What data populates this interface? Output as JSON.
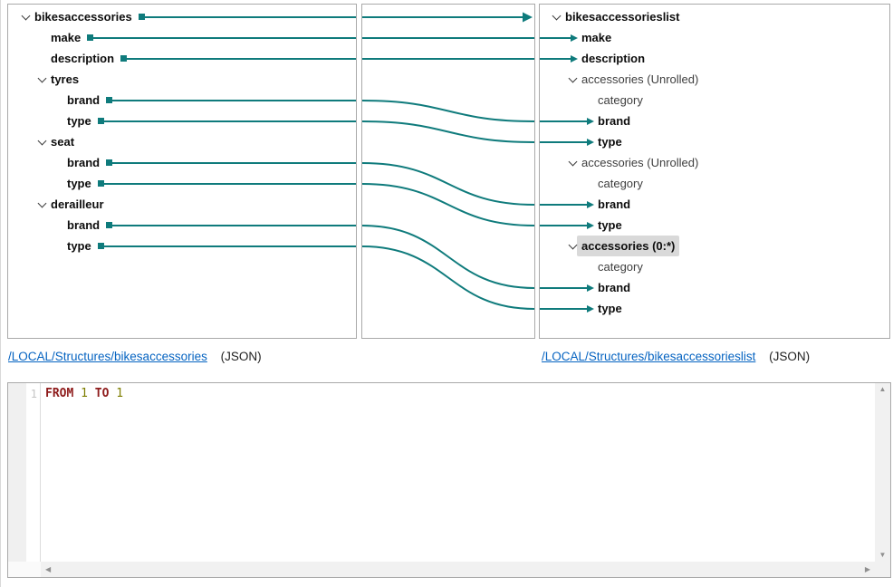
{
  "colors": {
    "accent_teal": "#0f7b7c",
    "panel_border": "#a9a9a9",
    "highlight_grey": "#d9d9d9",
    "link_blue": "#0563c1",
    "keyword_red": "#8e1b1b",
    "number_olive": "#7e7e00"
  },
  "source_panel": {
    "rows": [
      {
        "label": "bikesaccessories",
        "level": 0,
        "bold": true,
        "expander": true,
        "connector": true
      },
      {
        "label": "make",
        "level": 1,
        "bold": true,
        "expander": false,
        "connector": true
      },
      {
        "label": "description",
        "level": 1,
        "bold": true,
        "expander": false,
        "connector": true
      },
      {
        "label": "tyres",
        "level": 1,
        "bold": true,
        "expander": true,
        "connector": false
      },
      {
        "label": "brand",
        "level": 2,
        "bold": true,
        "expander": false,
        "connector": true
      },
      {
        "label": "type",
        "level": 2,
        "bold": true,
        "expander": false,
        "connector": true
      },
      {
        "label": "seat",
        "level": 1,
        "bold": true,
        "expander": true,
        "connector": false
      },
      {
        "label": "brand",
        "level": 2,
        "bold": true,
        "expander": false,
        "connector": true
      },
      {
        "label": "type",
        "level": 2,
        "bold": true,
        "expander": false,
        "connector": true
      },
      {
        "label": "derailleur",
        "level": 1,
        "bold": true,
        "expander": true,
        "connector": false
      },
      {
        "label": "brand",
        "level": 2,
        "bold": true,
        "expander": false,
        "connector": true
      },
      {
        "label": "type",
        "level": 2,
        "bold": true,
        "expander": false,
        "connector": true
      }
    ]
  },
  "target_panel": {
    "rows": [
      {
        "label": "bikesaccessorieslist",
        "level": 0,
        "bold": true,
        "expander": true,
        "arrow": false
      },
      {
        "label": "make",
        "level": 1,
        "bold": true,
        "expander": false,
        "arrow": true
      },
      {
        "label": "description",
        "level": 1,
        "bold": true,
        "expander": false,
        "arrow": true
      },
      {
        "label": "accessories (Unrolled)",
        "level": 1,
        "bold": false,
        "expander": true,
        "arrow": false
      },
      {
        "label": "category",
        "level": 2,
        "bold": false,
        "expander": false,
        "arrow": false
      },
      {
        "label": "brand",
        "level": 2,
        "bold": true,
        "expander": false,
        "arrow": true
      },
      {
        "label": "type",
        "level": 2,
        "bold": true,
        "expander": false,
        "arrow": true
      },
      {
        "label": "accessories (Unrolled)",
        "level": 1,
        "bold": false,
        "expander": true,
        "arrow": false
      },
      {
        "label": "category",
        "level": 2,
        "bold": false,
        "expander": false,
        "arrow": false
      },
      {
        "label": "brand",
        "level": 2,
        "bold": true,
        "expander": false,
        "arrow": true
      },
      {
        "label": "type",
        "level": 2,
        "bold": true,
        "expander": false,
        "arrow": true
      },
      {
        "label": "accessories (0:*)",
        "level": 1,
        "bold": true,
        "expander": true,
        "arrow": false,
        "highlight": true
      },
      {
        "label": "category",
        "level": 2,
        "bold": false,
        "expander": false,
        "arrow": false
      },
      {
        "label": "brand",
        "level": 2,
        "bold": true,
        "expander": false,
        "arrow": true
      },
      {
        "label": "type",
        "level": 2,
        "bold": true,
        "expander": false,
        "arrow": true
      }
    ]
  },
  "mappings": [
    {
      "from_row": 0,
      "to_row": 0,
      "terminal_arrow": true
    },
    {
      "from_row": 1,
      "to_row": 1
    },
    {
      "from_row": 2,
      "to_row": 2
    },
    {
      "from_row": 4,
      "to_row": 5
    },
    {
      "from_row": 5,
      "to_row": 6
    },
    {
      "from_row": 7,
      "to_row": 9
    },
    {
      "from_row": 8,
      "to_row": 10
    },
    {
      "from_row": 10,
      "to_row": 13
    },
    {
      "from_row": 11,
      "to_row": 14
    }
  ],
  "source_link": {
    "path": "/LOCAL/Structures/bikesaccessories",
    "format": "(JSON)"
  },
  "target_link": {
    "path": "/LOCAL/Structures/bikesaccessorieslist",
    "format": "(JSON)"
  },
  "editor": {
    "lines": [
      {
        "number": "1",
        "tokens": [
          {
            "text": "FROM",
            "type": "keyword"
          },
          {
            "text": " ",
            "type": "plain"
          },
          {
            "text": "1",
            "type": "number"
          },
          {
            "text": " ",
            "type": "plain"
          },
          {
            "text": "TO",
            "type": "keyword"
          },
          {
            "text": " ",
            "type": "plain"
          },
          {
            "text": "1",
            "type": "number"
          }
        ]
      }
    ]
  },
  "icons": {
    "scroll_up": "▲",
    "scroll_down": "▼",
    "scroll_left": "◀",
    "scroll_right": "▶"
  }
}
